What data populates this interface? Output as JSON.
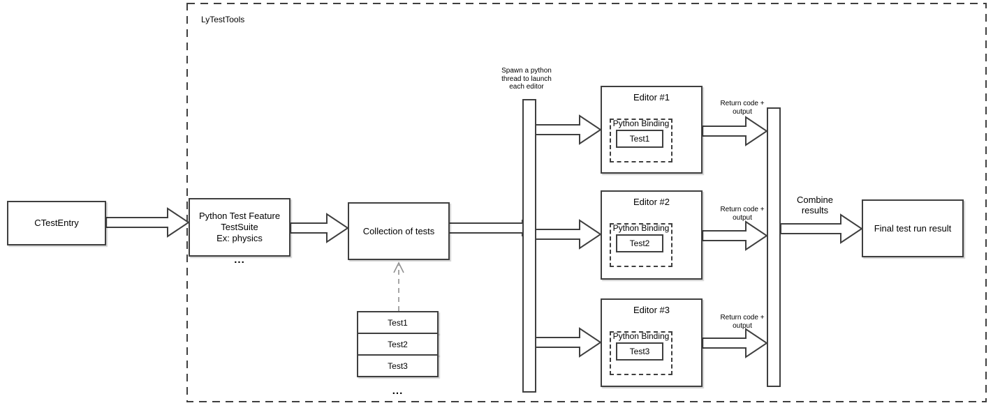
{
  "diagram": {
    "title": "LyTestTools",
    "nodes": {
      "ctest_entry": {
        "label": "CTestEntry"
      },
      "python_test_feature": {
        "line1": "Python Test Feature",
        "line2": "TestSuite",
        "line3": "Ex: physics"
      },
      "feature_ellipsis": "...",
      "collection_of_tests": {
        "label": "Collection of tests"
      },
      "test_stack": {
        "items": [
          "Test1",
          "Test2",
          "Test3"
        ],
        "ellipsis": "..."
      },
      "editors": [
        {
          "title": "Editor #1",
          "binding": "Python Binding",
          "test": "Test1"
        },
        {
          "title": "Editor #2",
          "binding": "Python Binding",
          "test": "Test2"
        },
        {
          "title": "Editor #3",
          "binding": "Python Binding",
          "test": "Test3"
        }
      ],
      "final_result": {
        "label": "Final test run result"
      }
    },
    "annotations": {
      "spawn_line1": "Spawn a python",
      "spawn_line2": "thread to launch",
      "spawn_line3": "each editor",
      "return_line1": "Return code +",
      "return_line2": "output",
      "combine_line1": "Combine",
      "combine_line2": "results"
    },
    "colors": {
      "stroke": "#3f3f3f",
      "dashed_connector": "#8f8f8f",
      "background": "#ffffff",
      "text": "#000000"
    }
  }
}
